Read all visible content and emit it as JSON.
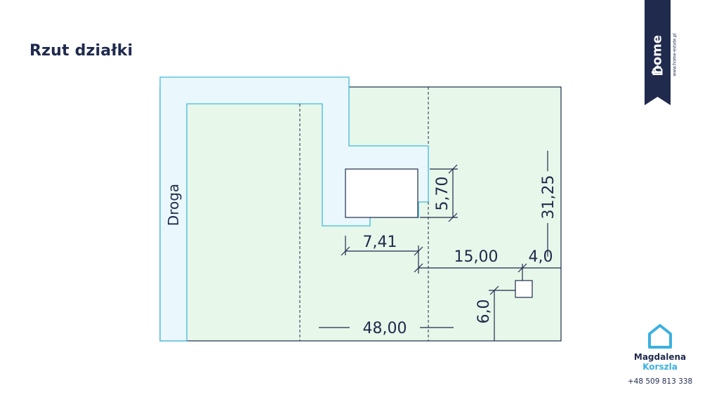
{
  "title": "Rzut działki",
  "plan": {
    "road_label": "Droga",
    "dimensions": {
      "total_width": "48,00",
      "total_depth": "31,25",
      "building_width": "7,41",
      "building_depth": "5,70",
      "setback_side": "15,00",
      "small_width": "4,0",
      "small_depth": "6,0"
    },
    "colors": {
      "plot_fill": "#e7f7e9",
      "road_fill": "#eaf8fd",
      "road_line": "#41b8e0",
      "line": "#1f2a4d"
    }
  },
  "brand": {
    "name": "home",
    "url": "www.home-estate.pl",
    "color": "#1f2a4d"
  },
  "agent": {
    "first_name": "Magdalena",
    "last_name": "Korszla",
    "phone": "+48 509 813 338",
    "icon": "house-outline-icon"
  }
}
